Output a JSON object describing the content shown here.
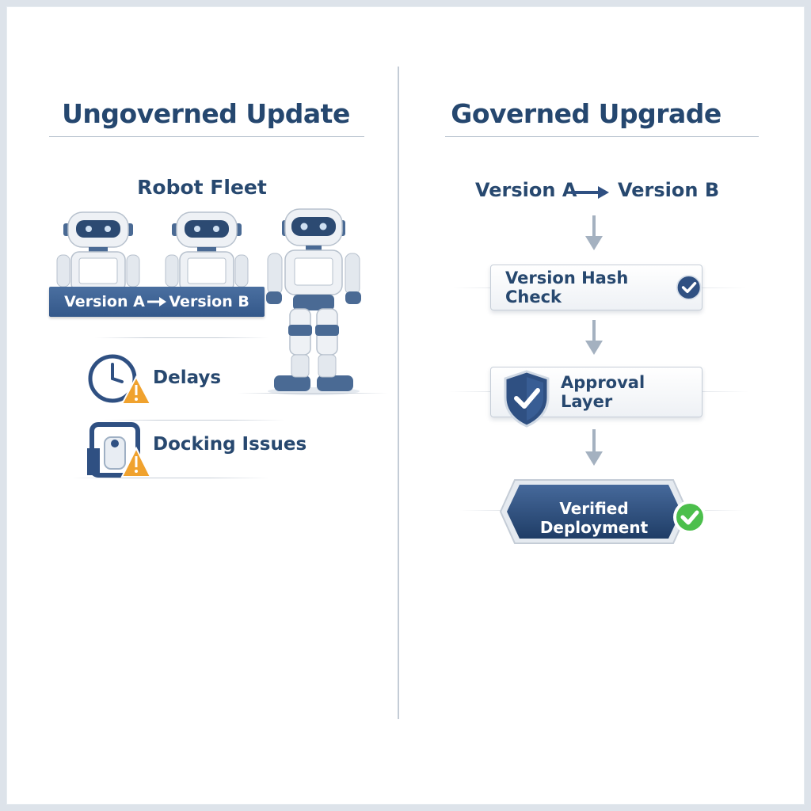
{
  "left": {
    "title": "Ungoverned Update",
    "fleet_label": "Robot Fleet",
    "banner": {
      "from": "Version A",
      "to": "Version B"
    },
    "issues": [
      {
        "label": "Delays",
        "icon": "clock-warning-icon"
      },
      {
        "label": "Docking Issues",
        "icon": "dock-warning-icon"
      }
    ]
  },
  "right": {
    "title": "Governed Upgrade",
    "version_from": "Version A",
    "version_to": "Version B",
    "steps": [
      {
        "label": "Version Hash Check",
        "icon": "check-circle-icon"
      },
      {
        "label": "Approval Layer",
        "icon": "shield-check-icon"
      }
    ],
    "final": {
      "label": "Verified Deployment",
      "icon": "green-check-icon"
    }
  },
  "colors": {
    "navy": "#27486f",
    "banner_blue": "#3e6395",
    "warning_orange": "#f0a22e",
    "success_green": "#4cbf4c"
  }
}
